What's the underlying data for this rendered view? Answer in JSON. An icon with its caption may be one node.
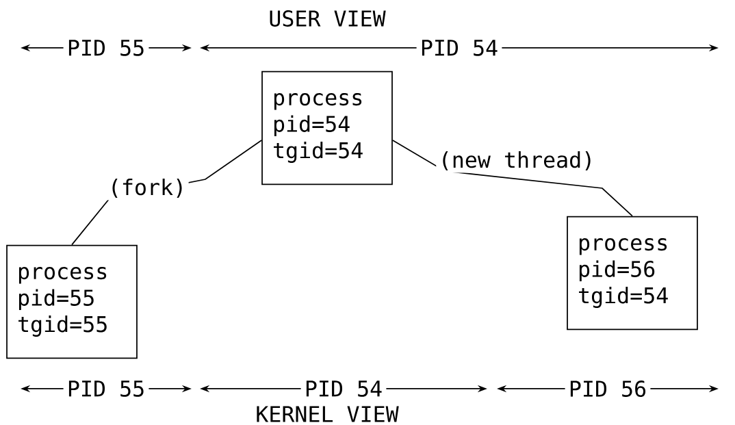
{
  "diagram": {
    "nodes": [
      {
        "text": [
          "process",
          "pid=54",
          "tgid=54"
        ]
      },
      {
        "text": [
          "process",
          "pid=55",
          "tgid=55"
        ]
      },
      {
        "text": [
          "process",
          "pid=56",
          "tgid=54"
        ]
      }
    ],
    "edges": [
      {
        "from": 0,
        "to": 1,
        "arrow": "none",
        "label": "(fork)"
      },
      {
        "from": 0,
        "to": 2,
        "arrow": "none",
        "label": "(new thread)"
      }
    ],
    "labels": [
      "USER VIEW",
      "PID 55",
      "PID 54",
      "PID 55",
      "PID 54",
      "PID 56",
      "KERNEL VIEW"
    ]
  }
}
